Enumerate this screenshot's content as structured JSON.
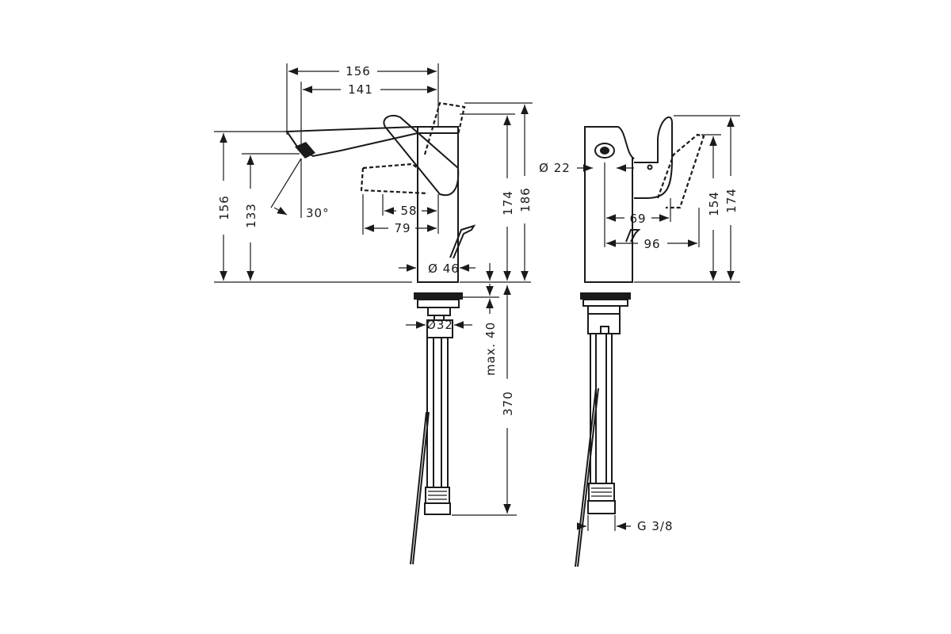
{
  "drawing": {
    "dimensions": {
      "top_width_156": "156",
      "top_width_141": "141",
      "left_height_156": "156",
      "left_height_133": "133",
      "angle": "30°",
      "lever_58": "58",
      "lever_79": "79",
      "height_174_front": "174",
      "height_186": "186",
      "base_dia_46": "Ø 46",
      "shank_dia_32": "Ø32",
      "max_40": "max. 40",
      "hose_370": "370",
      "aerator_dia_22": "Ø 22",
      "side_69": "69",
      "side_96": "96",
      "side_154": "154",
      "side_174": "174",
      "thread": "G 3/8"
    }
  }
}
